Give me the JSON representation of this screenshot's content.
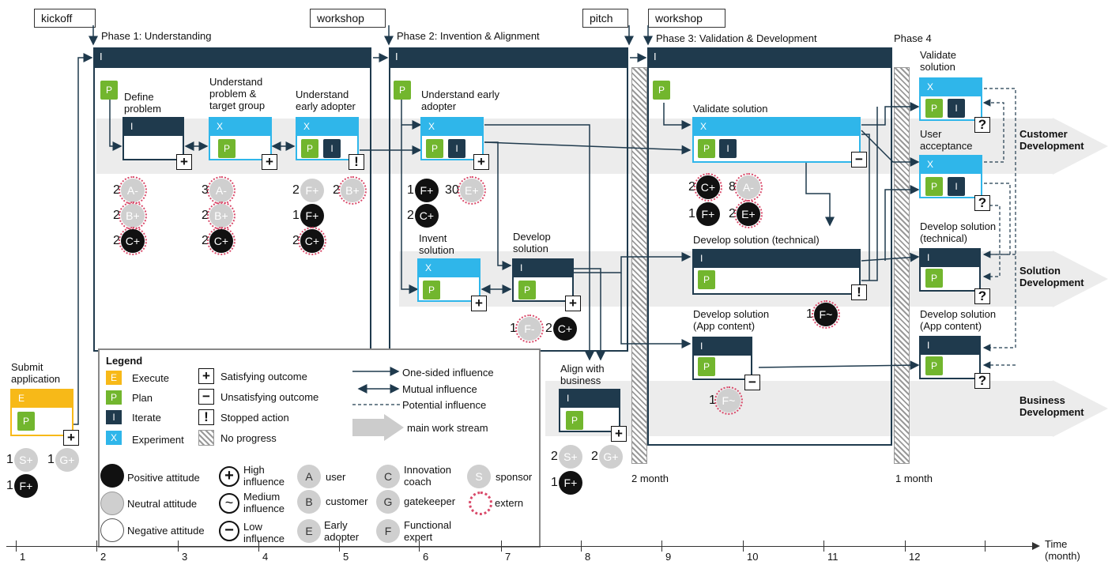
{
  "callouts": {
    "kickoff": "kickoff",
    "workshop1": "workshop",
    "pitch": "pitch",
    "workshop2": "workshop"
  },
  "phases": {
    "p1": "Phase 1: Understanding",
    "p2": "Phase 2: Invention & Alignment",
    "p3": "Phase 3:  Validation & Development",
    "p4": "Phase 4"
  },
  "streams": {
    "customer": "Customer Development",
    "solution": "Solution Development",
    "business": "Business Development"
  },
  "activities": {
    "submit": "Submit application",
    "define": "Define problem",
    "understand_problem": "Understand problem & target group",
    "understand_early1": "Understand early adopter",
    "understand_early2": "Understand early adopter",
    "invent": "Invent solution",
    "develop": "Develop solution",
    "align": "Align with business",
    "validate3": "Validate solution",
    "dev_tech3": "Develop  solution (technical)",
    "dev_app3": "Develop solution (App content)",
    "validate4": "Validate solution",
    "user_acc": "User acceptance",
    "dev_tech4": "Develop solution (technical)",
    "dev_app4": "Develop solution (App content)"
  },
  "marks": {
    "E": "E",
    "P": "P",
    "I": "I",
    "X": "X",
    "plus": "+",
    "minus": "−",
    "bang": "!",
    "q": "?"
  },
  "tokens": [
    {
      "n": "2",
      "t": "A-"
    },
    {
      "n": "2",
      "t": "B+"
    },
    {
      "n": "2",
      "t": "C+"
    },
    {
      "n": "3",
      "t": "A-"
    },
    {
      "n": "2",
      "t": "B+"
    },
    {
      "n": "2",
      "t": "C+"
    },
    {
      "n": "2",
      "t": "F+"
    },
    {
      "n": "2",
      "t": "B+"
    },
    {
      "n": "1",
      "t": "F+"
    },
    {
      "n": "2",
      "t": "C+"
    },
    {
      "n": "1",
      "t": "F+"
    },
    {
      "n": "30",
      "t": "E+"
    },
    {
      "n": "2",
      "t": "C+"
    },
    {
      "n": "1",
      "t": "F-"
    },
    {
      "n": "2",
      "t": "C+"
    },
    {
      "n": "2",
      "t": "S+"
    },
    {
      "n": "2",
      "t": "G+"
    },
    {
      "n": "1",
      "t": "F+"
    },
    {
      "n": "2",
      "t": "C+"
    },
    {
      "n": "8",
      "t": "A-"
    },
    {
      "n": "1",
      "t": "F+"
    },
    {
      "n": "2",
      "t": "E+"
    },
    {
      "n": "1",
      "t": "F~"
    },
    {
      "n": "1",
      "t": "F~"
    },
    {
      "n": "1",
      "t": "S+"
    },
    {
      "n": "1",
      "t": "G+"
    },
    {
      "n": "1",
      "t": "F+"
    }
  ],
  "durations": {
    "d2": "2 month",
    "d1": "1 month"
  },
  "legend": {
    "title": "Legend",
    "execute": "Execute",
    "plan": "Plan",
    "iterate": "Iterate",
    "experiment": "Experiment",
    "satisfying": "Satisfying outcome",
    "unsatisfying": "Unsatisfying outcome",
    "stopped": "Stopped action",
    "noprogress": "No progress",
    "onesided": "One-sided influence",
    "mutual": "Mutual influence",
    "potential": "Potential influence",
    "mainstream": "main work stream",
    "positive": "Positive attitude",
    "neutral": "Neutral attitude",
    "negative": "Negative attitude",
    "high": "High influence",
    "medium": "Medium influence",
    "low": "Low influence",
    "A": "A",
    "B": "B",
    "E": "E",
    "C": "C",
    "G": "G",
    "F": "F",
    "S": "S",
    "user": "user",
    "customer": "customer",
    "early": "Early adopter",
    "coach": "Innovation coach",
    "gatekeeper": "gatekeeper",
    "expert": "Functional expert",
    "sponsor": "sponsor",
    "extern": "extern"
  },
  "axis": {
    "title": "Time (month)",
    "ticks": [
      "1",
      "2",
      "3",
      "4",
      "5",
      "6",
      "7",
      "8",
      "9",
      "10",
      "11",
      "12"
    ]
  }
}
